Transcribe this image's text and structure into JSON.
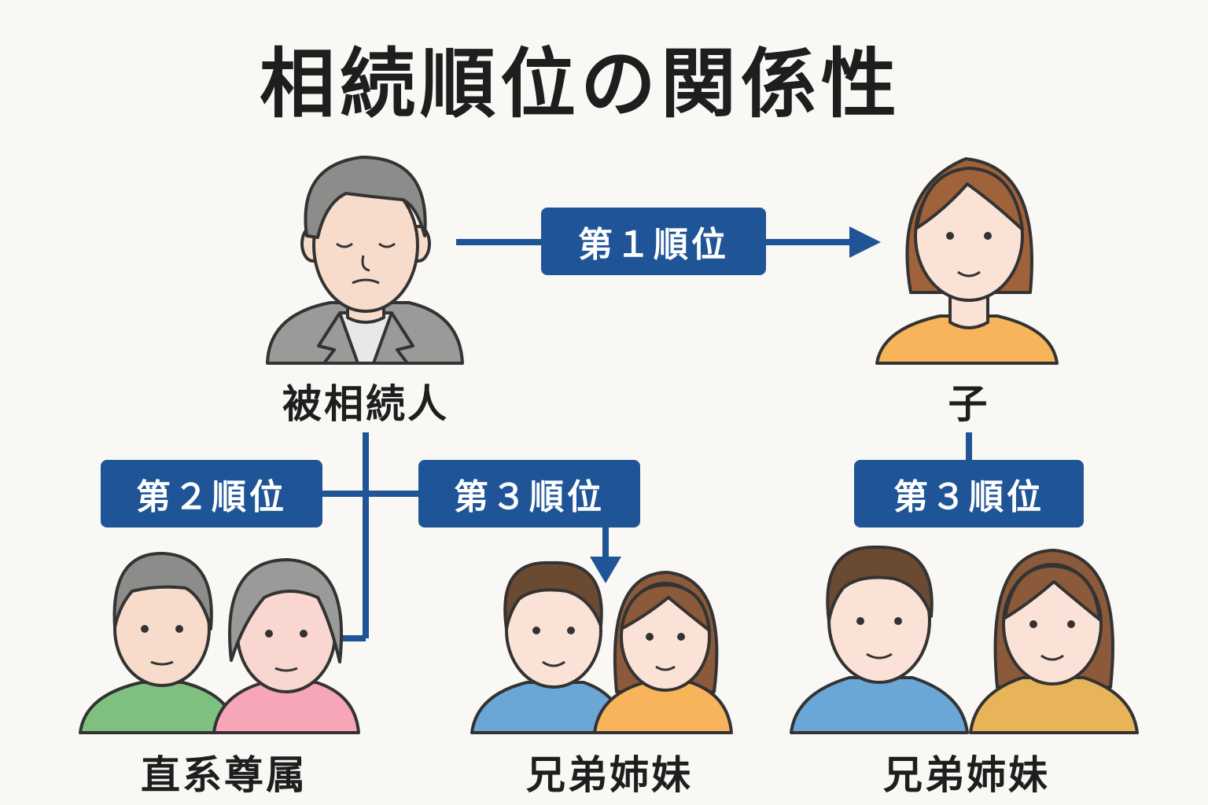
{
  "title": "相続順位の関係性",
  "people": {
    "decedent_label": "被相続人",
    "child_label": "子",
    "ascendants_label": "直系尊属",
    "siblings_left_label": "兄弟姉妹",
    "siblings_right_label": "兄弟姉妹"
  },
  "badges": {
    "rank1": "第１順位",
    "rank2": "第２順位",
    "rank3_left": "第３順位",
    "rank3_right": "第３順位"
  },
  "colors": {
    "accent": "#1f5597",
    "line": "#1f5597",
    "background": "#faf8f4"
  }
}
